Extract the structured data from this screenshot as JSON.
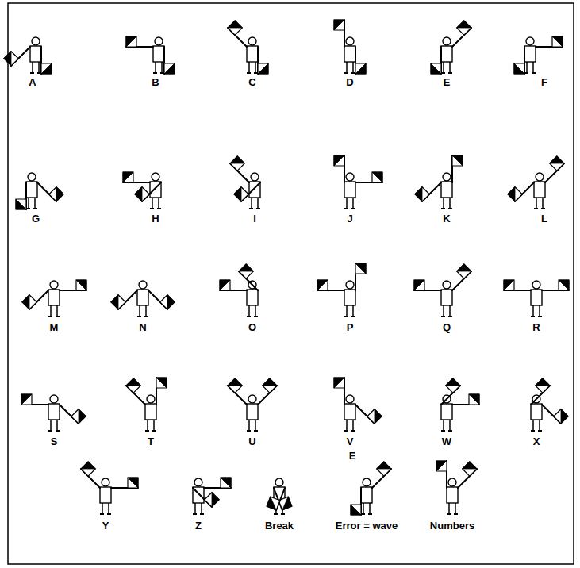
{
  "diagram": {
    "labels": [
      "A",
      "B",
      "C",
      "D",
      "E",
      "F",
      "G",
      "H",
      "I",
      "J",
      "K",
      "L",
      "M",
      "N",
      "O",
      "P",
      "Q",
      "R",
      "S",
      "T",
      "U",
      "V",
      "W",
      "X",
      "Y",
      "Z",
      "Break",
      "E",
      "Error = wave",
      "Numbers"
    ]
  }
}
